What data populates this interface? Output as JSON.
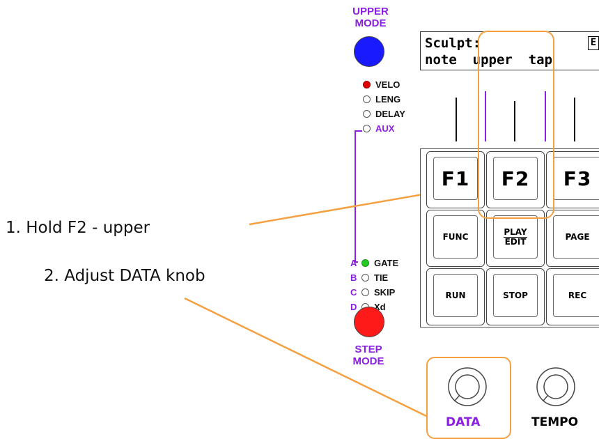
{
  "upper_mode": {
    "label_line1": "UPPER",
    "label_line2": "MODE",
    "button_color": "#1a1aff"
  },
  "step_mode": {
    "label_line1": "STEP",
    "label_line2": "MODE",
    "button_color": "#ff1a1a"
  },
  "upper_leds": [
    {
      "label": "VELO",
      "state": "on",
      "color": "#e00000"
    },
    {
      "label": "LENG",
      "state": "off"
    },
    {
      "label": "DELAY",
      "state": "off"
    },
    {
      "label": "AUX",
      "state": "off",
      "highlight": true
    }
  ],
  "step_leds": [
    {
      "letter": "A",
      "label": "GATE",
      "state": "on",
      "color": "#22cc22"
    },
    {
      "letter": "B",
      "label": "TIE",
      "state": "off"
    },
    {
      "letter": "C",
      "label": "SKIP",
      "state": "off"
    },
    {
      "letter": "D",
      "label": "Xd",
      "state": "off"
    }
  ],
  "lcd": {
    "line1": "Sculpt:",
    "line1_right_glyph": "E",
    "line2": "note  upper  tap"
  },
  "keys": {
    "f1": "F1",
    "f2": "F2",
    "f3": "F3",
    "func": "FUNC",
    "play_edit_top": "PLAY",
    "play_edit_bottom": "EDIT",
    "page": "PAGE",
    "run": "RUN",
    "stop": "STOP",
    "rec": "REC"
  },
  "knobs": {
    "data": "DATA",
    "tempo": "TEMPO"
  },
  "annotations": {
    "step1": "1. Hold F2 - upper",
    "step2": "2. Adjust DATA knob"
  },
  "colors": {
    "accent_orange": "#f5a040",
    "accent_purple": "#8a1fe0"
  }
}
